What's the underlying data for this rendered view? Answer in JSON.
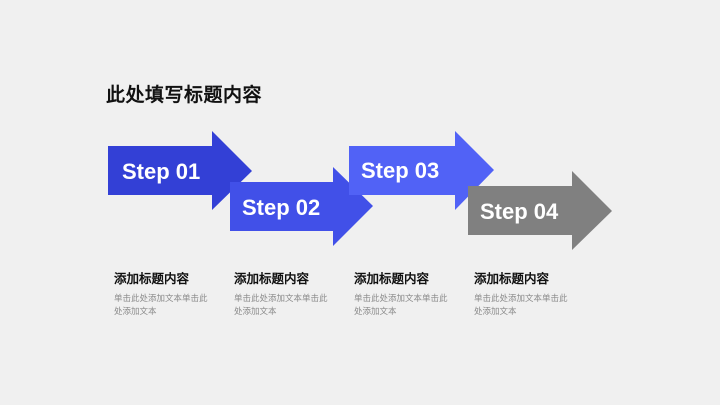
{
  "page_title": "此处填写标题内容",
  "steps": [
    {
      "label": "Step 01",
      "color": "#3340d6",
      "title": "添加标题内容",
      "text": "单击此处添加文本单击此处添加文本"
    },
    {
      "label": "Step 02",
      "color": "#4150e8",
      "title": "添加标题内容",
      "text": "单击此处添加文本单击此处添加文本"
    },
    {
      "label": "Step 03",
      "color": "#5162f6",
      "title": "添加标题内容",
      "text": "单击此处添加文本单击此处添加文本"
    },
    {
      "label": "Step 04",
      "color": "#808080",
      "title": "添加标题内容",
      "text": "单击此处添加文本单击此处添加文本"
    }
  ]
}
